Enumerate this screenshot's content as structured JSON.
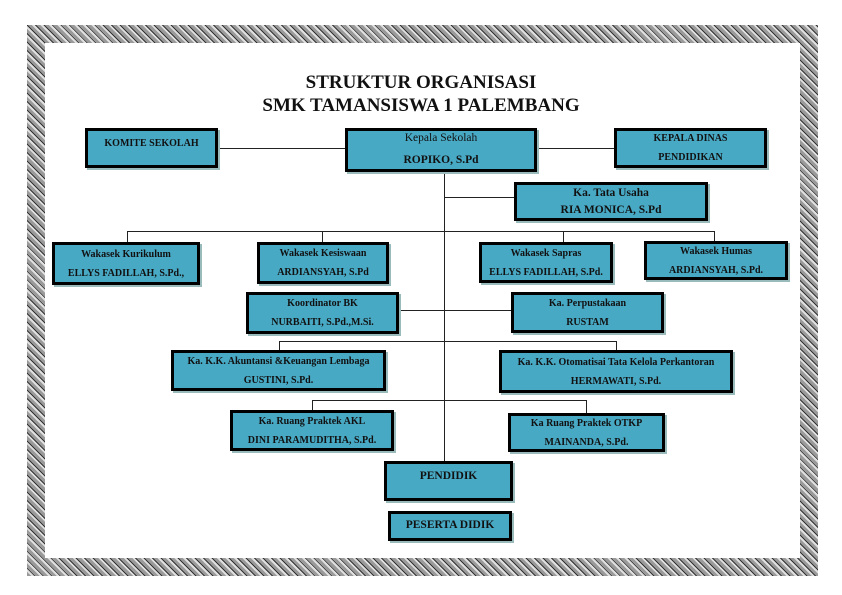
{
  "title": {
    "line1": "STRUKTUR ORGANISASI",
    "line2": "SMK TAMANSISWA 1 PALEMBANG"
  },
  "box_color": "#48a9c5",
  "nodes": {
    "komite": {
      "title": "KOMITE SEKOLAH"
    },
    "kepala": {
      "title": "Kepala Sekolah",
      "name": "ROPIKO, S.Pd"
    },
    "dinas": {
      "title": "KEPALA DINAS",
      "name": "PENDIDIKAN"
    },
    "tu": {
      "title": "Ka. Tata Usaha",
      "name": "RIA MONICA, S.Pd"
    },
    "kurikulum": {
      "title": "Wakasek Kurikulum",
      "name": "ELLYS FADILLAH, S.Pd.,"
    },
    "kesiswaan": {
      "title": "Wakasek Kesiswaan",
      "name": "ARDIANSYAH, S.Pd"
    },
    "sapras": {
      "title": "Wakasek Sapras",
      "name": "ELLYS FADILLAH, S.Pd."
    },
    "humas": {
      "title": "Wakasek Humas",
      "name": "ARDIANSYAH, S.Pd."
    },
    "bk": {
      "title": "Koordinator BK",
      "name": "NURBAITI, S.Pd.,M.Si."
    },
    "perpus": {
      "title": "Ka. Perpustakaan",
      "name": "RUSTAM"
    },
    "akl": {
      "title": "Ka. K.K. Akuntansi &Keuangan Lembaga",
      "name": "GUSTINI, S.Pd."
    },
    "otkp": {
      "title": "Ka. K.K. Otomatisai Tata Kelola Perkantoran",
      "name": "HERMAWATI, S.Pd."
    },
    "ruang_akl": {
      "title": "Ka. Ruang Praktek AKL",
      "name": "DINI PARAMUDITHA, S.Pd."
    },
    "ruang_otkp": {
      "title": "Ka Ruang Praktek OTKP",
      "name": "MAINANDA, S.Pd."
    },
    "pendidik": {
      "title": "PENDIDIK"
    },
    "peserta": {
      "title": "PESERTA DIDIK"
    }
  }
}
